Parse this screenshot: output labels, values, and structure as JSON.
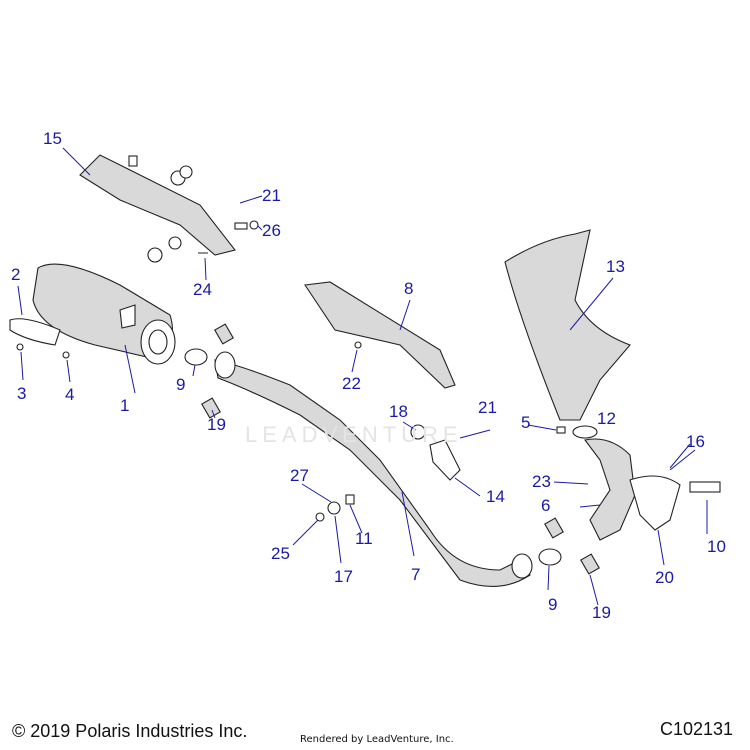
{
  "title": "",
  "callouts": [
    "1",
    "2",
    "3",
    "4",
    "5",
    "6",
    "7",
    "8",
    "9",
    "9",
    "10",
    "11",
    "12",
    "13",
    "14",
    "15",
    "16",
    "17",
    "18",
    "19",
    "19",
    "20",
    "21",
    "21",
    "22",
    "23",
    "24",
    "25",
    "26",
    "27"
  ],
  "footer": {
    "copyright": "© 2019 Polaris Industries Inc.",
    "rendered_by": "Rendered by LeadVenture, Inc.",
    "code": "C102131"
  },
  "watermark": "LEADVENTURE",
  "colors": {
    "callout": "#1a1aa6",
    "line": "#222222",
    "shade": "#d9d9d9"
  }
}
